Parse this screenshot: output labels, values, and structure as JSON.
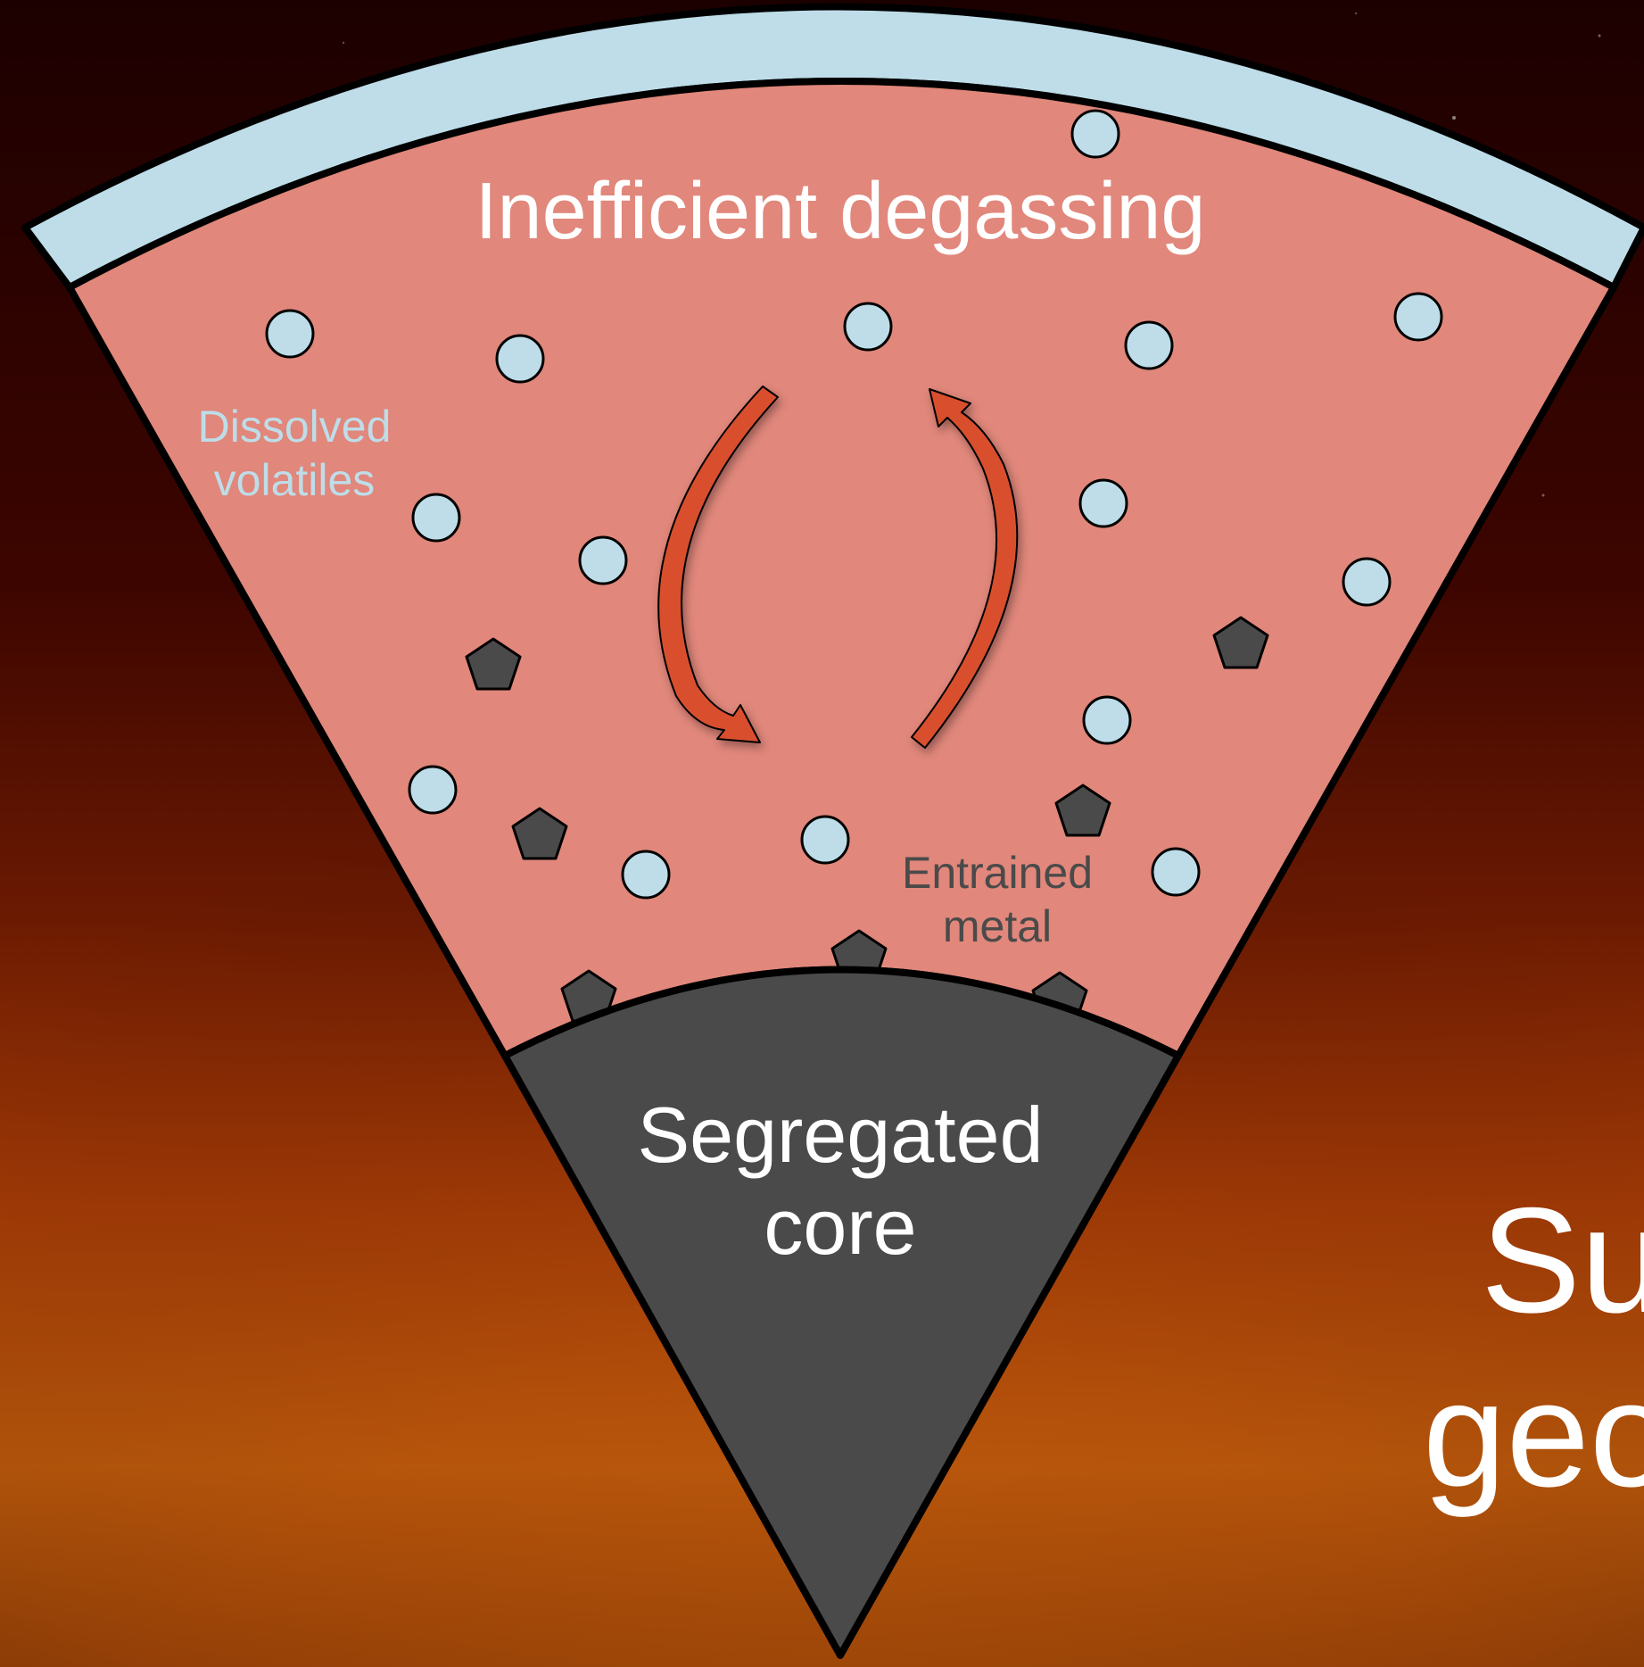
{
  "slide": {
    "partial_title_line1": "Su",
    "partial_title_line2": "geo"
  },
  "diagram": {
    "title": "Inefficient degassing",
    "dissolved_label_line1": "Dissolved",
    "dissolved_label_line2": "volatiles",
    "metal_label_line1": "Entrained",
    "metal_label_line2": "metal",
    "core_label_line1": "Segregated",
    "core_label_line2": "core",
    "colors": {
      "atmosphere": "#bedde9",
      "mantle": "#e1877b",
      "core": "#4a4a4a",
      "arrow": "#d9502f",
      "volatile_bubble": "#bedde9",
      "metal_blob": "#4a4a4a",
      "dissolved_label": "#bedde9",
      "metal_label": "#4a4a4a"
    }
  }
}
